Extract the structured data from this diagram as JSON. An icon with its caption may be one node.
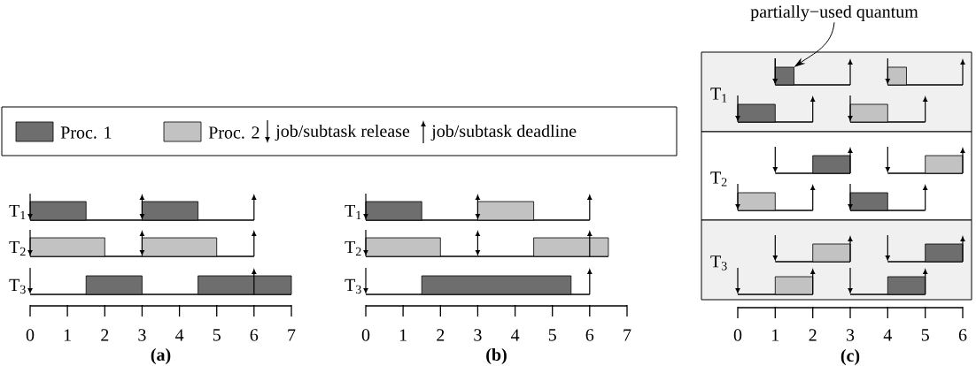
{
  "diagram": {
    "nodes": [
      {
        "text": [
          "partially−used quantum"
        ]
      },
      {
        "text": [
          "T$_{1}$"
        ]
      },
      {
        "text": [
          "T$_{2}$"
        ]
      },
      {
        "text": [
          "T$_{3}$"
        ]
      },
      {
        "text": [],
        "shape": "bar",
        "in": 1
      }
    ],
    "edges": [
      {
        "from": 0,
        "to": 4,
        "arrow": "to"
      }
    ],
    "labels": [
      "T$_{1}$",
      "T$_{2}$",
      "T$_{3}$",
      "0",
      "1",
      "2",
      "3",
      "4",
      "5",
      "6",
      "7",
      "(a)",
      "T$_{1}$",
      "T$_{2}$",
      "T$_{3}$",
      "0",
      "1",
      "2",
      "3",
      "4",
      "5",
      "6",
      "7",
      "(b)",
      "0",
      "1",
      "2",
      "3",
      "4",
      "5",
      "6",
      "(c)"
    ],
    "legend": [
      {
        "text": "Proc. 1",
        "color": "#6e6e6e"
      },
      {
        "text": "Proc. 2",
        "color": "#c2c2c2"
      },
      {
        "text": "job/subtask release"
      },
      {
        "text": "job/subtask deadline"
      }
    ]
  }
}
